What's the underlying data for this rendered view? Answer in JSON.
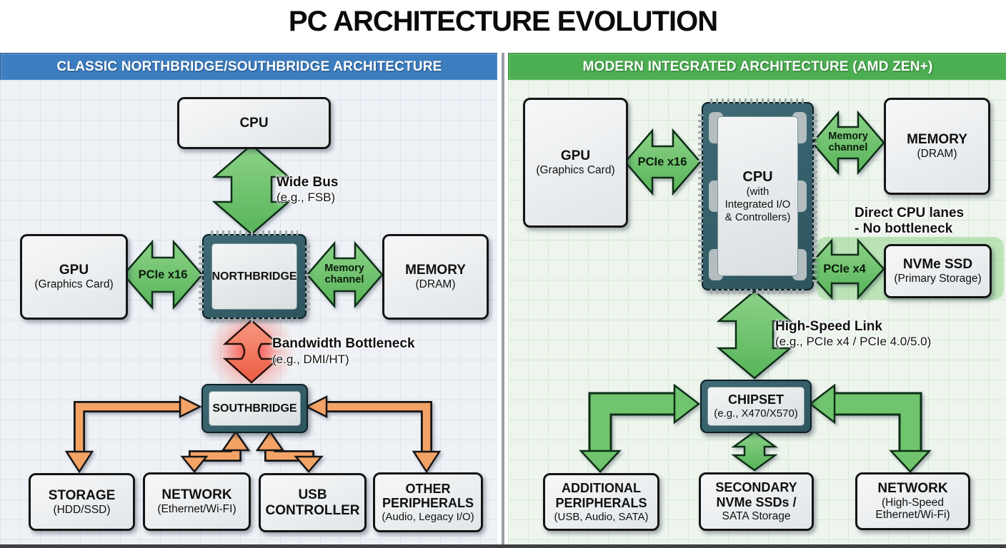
{
  "title": "PC ARCHITECTURE EVOLUTION",
  "colors": {
    "left_header": "#3D7EC1",
    "right_header": "#4CAF52",
    "green_arrow": "#6FC46E",
    "orange_arrow": "#F3A366",
    "red_arrow": "#EE6B4F",
    "chip_frame": "#345F6A",
    "node_fill": "#E9EBED"
  },
  "left": {
    "header": "CLASSIC NORTHBRIDGE/SOUTHBRIDGE ARCHITECTURE",
    "cpu": "CPU",
    "gpu": {
      "title": "GPU",
      "sub": "(Graphics Card)"
    },
    "northbridge": "NORTHBRIDGE",
    "memory": {
      "title": "MEMORY",
      "sub": "(DRAM)"
    },
    "southbridge": "SOUTHBRIDGE",
    "storage": {
      "title": "STORAGE",
      "sub": "(HDD/SSD)"
    },
    "network": {
      "title": "NETWORK",
      "sub": "(Ethernet/Wi-FI)"
    },
    "usb": {
      "line1": "USB",
      "line2": "CONTROLLER"
    },
    "other": {
      "line1": "OTHER",
      "line2": "PERIPHERALS",
      "sub": "(Audio, Legacy I/O)"
    },
    "wide_bus": {
      "title": "Wide Bus",
      "sub": "(e.g., FSB)"
    },
    "pcie": "PCIe x16",
    "memory_channel": "Memory channel",
    "bottleneck": {
      "title": "Bandwidth Bottleneck",
      "sub": "(e.g., DMI/HT)"
    }
  },
  "right": {
    "header": "MODERN INTEGRATED ARCHITECTURE (AMD ZEN+)",
    "gpu": {
      "title": "GPU",
      "sub": "(Graphics Card)"
    },
    "cpu": {
      "title": "CPU",
      "sub1": "(with",
      "sub2": "Integrated I/O",
      "sub3": "& Controllers)"
    },
    "memory": {
      "title": "MEMORY",
      "sub": "(DRAM)"
    },
    "pcie16": "PCIe x16",
    "memory_channel": "Memory channel",
    "direct_lanes": {
      "line1": "Direct CPU lanes",
      "line2": "- No bottleneck"
    },
    "pcie4": "PCIe x4",
    "nvme": {
      "title": "NVMe SSD",
      "sub": "(Primary Storage)"
    },
    "high_speed_link": {
      "title": "High-Speed Link",
      "sub": "(e.g., PCIe x4 / PCIe 4.0/5.0)"
    },
    "chipset": {
      "title": "CHIPSET",
      "sub": "(e.g., X470/X570)"
    },
    "additional": {
      "line1": "ADDITIONAL",
      "line2": "PERIPHERALS",
      "sub": "(USB, Audio, SATA)"
    },
    "secondary": {
      "line1": "SECONDARY",
      "line2": "NVMe SSDs /",
      "sub": "SATA Storage"
    },
    "network": {
      "title": "NETWORK",
      "sub1": "(High-Speed",
      "sub2": "Ethernet/Wi-Fi)"
    }
  }
}
